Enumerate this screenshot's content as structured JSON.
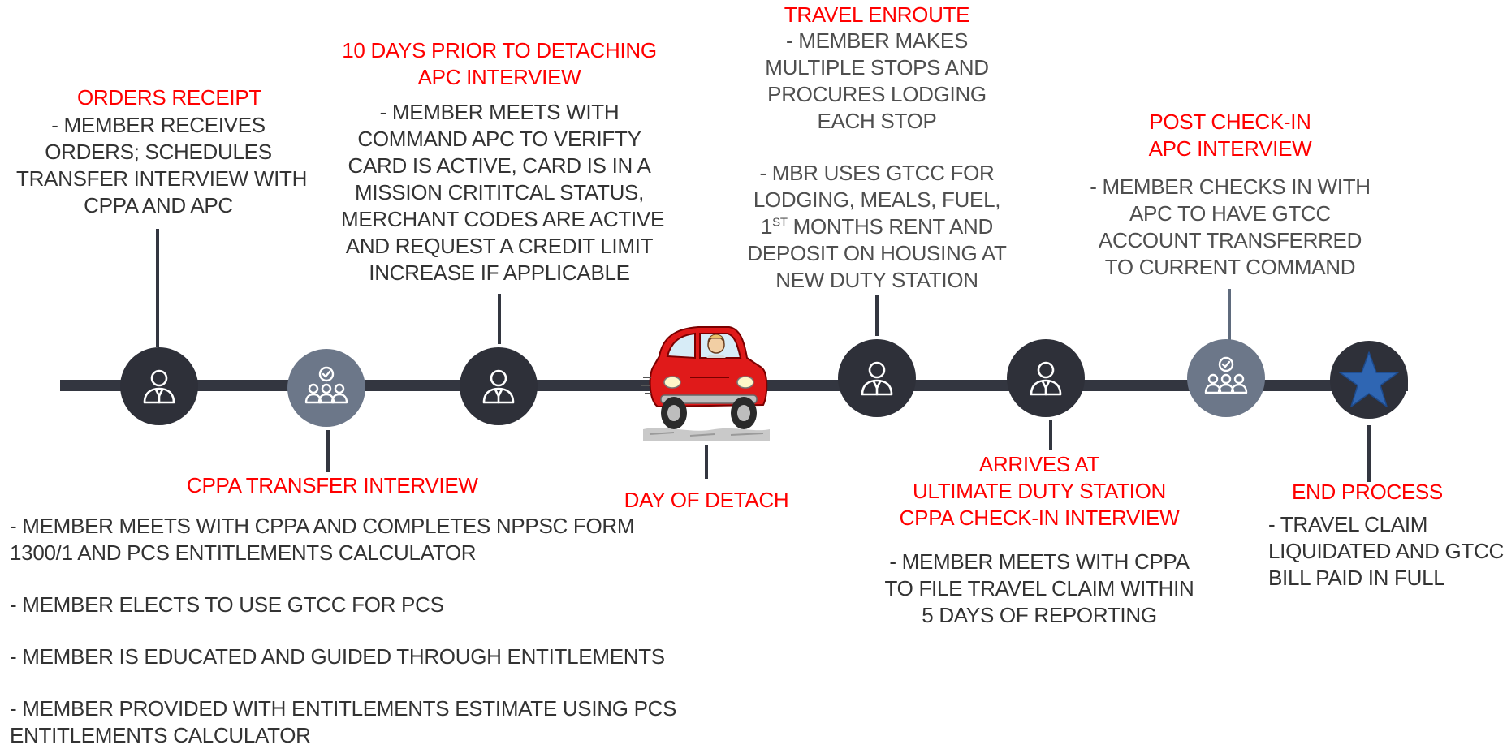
{
  "colors": {
    "title_red": "#ff0000",
    "timeline": "#333640",
    "node_dark": "#2e3039",
    "node_slate": "#6c7789",
    "star_blue": "#2f66b3"
  },
  "steps": {
    "orders_receipt": {
      "title": "ORDERS RECEIPT",
      "body": [
        "- MEMBER RECEIVES",
        "ORDERS;  SCHEDULES",
        "TRANSFER INTERVIEW WITH",
        "CPPA AND APC"
      ],
      "icon": "person-icon"
    },
    "cppa_transfer": {
      "title": "CPPA TRANSFER INTERVIEW",
      "body": [
        "- MEMBER MEETS WITH CPPA AND COMPLETES NPPSC FORM",
        "1300/1 AND PCS ENTITLEMENTS CALCULATOR",
        "- MEMBER ELECTS TO USE GTCC FOR PCS",
        "- MEMBER IS EDUCATED AND GUIDED THROUGH ENTITLEMENTS",
        "- MEMBER PROVIDED WITH ENTITLEMENTS ESTIMATE USING PCS",
        "ENTITLEMENTS CALCULATOR"
      ],
      "icon": "group-check-icon"
    },
    "apc_interview": {
      "title_line1": "10 DAYS PRIOR TO DETACHING",
      "title_line2": "APC INTERVIEW",
      "body": [
        "- MEMBER MEETS WITH",
        "COMMAND APC TO VERIFTY",
        "CARD IS ACTIVE, CARD IS IN A",
        "MISSION CRITITCAL STATUS,",
        "MERCHANT CODES ARE ACTIVE",
        "AND REQUEST A CREDIT LIMIT",
        "INCREASE IF APPLICABLE"
      ],
      "icon": "person-icon"
    },
    "day_of_detach": {
      "title": "DAY OF DETACH",
      "icon": "car-icon"
    },
    "travel_enroute": {
      "title": "TRAVEL ENROUTE",
      "body_a": [
        "-    MEMBER MAKES",
        "MULTIPLE STOPS AND",
        "PROCURES LODGING",
        "EACH STOP"
      ],
      "body_b": [
        "- MBR USES GTCC FOR",
        "LODGING, MEALS, FUEL,"
      ],
      "body_b_sup_pre": "1",
      "body_b_sup": "ST",
      "body_b_sup_post": " MONTHS RENT AND",
      "body_c": [
        "DEPOSIT ON HOUSING AT",
        "NEW DUTY STATION"
      ],
      "icon": "person-icon"
    },
    "arrives": {
      "title": [
        "ARRIVES AT",
        "ULTIMATE DUTY STATION",
        "CPPA CHECK-IN INTERVIEW"
      ],
      "body": [
        "- MEMBER MEETS WITH CPPA",
        "TO FILE TRAVEL CLAIM WITHIN",
        "5 DAYS OF REPORTING"
      ],
      "icon": "person-icon"
    },
    "post_checkin": {
      "title": [
        "POST CHECK-IN",
        "APC INTERVIEW"
      ],
      "body": [
        "- MEMBER CHECKS IN WITH",
        "APC TO HAVE GTCC",
        "ACCOUNT TRANSFERRED",
        "TO CURRENT COMMAND"
      ],
      "icon": "group-check-icon"
    },
    "end_process": {
      "title": "END PROCESS",
      "body": [
        "- TRAVEL CLAIM",
        "LIQUIDATED AND GTCC",
        "BILL PAID IN FULL"
      ],
      "icon": "star-icon"
    }
  }
}
